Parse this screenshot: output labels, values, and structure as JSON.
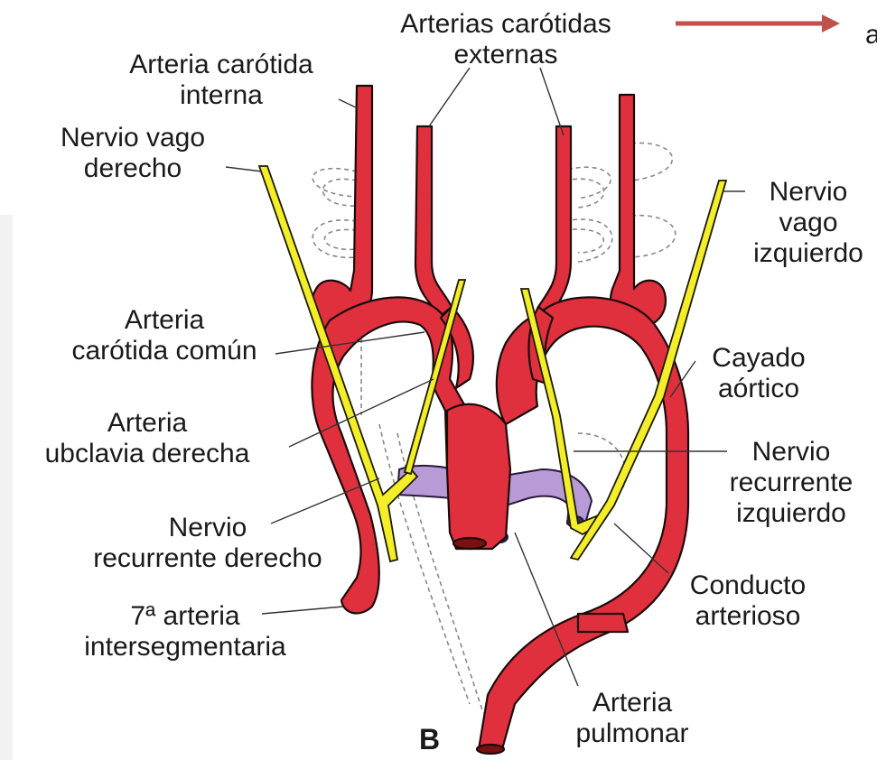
{
  "colors": {
    "artery": "#e0303e",
    "artery_outline": "#1b0a0a",
    "nerve": "#f4ee2a",
    "pulmonary_duct": "#b79ad6",
    "leader_line": "#333333",
    "arrow": "#c0504d",
    "faint_panel": "#f2f2f2"
  },
  "labels": {
    "external_carotids_line1": "Arterias carótidas",
    "external_carotids_line2": "externas",
    "internal_carotid_line1": "Arteria carótida",
    "internal_carotid_line2": "interna",
    "right_vagus_line1": "Nervio vago",
    "right_vagus_line2": "derecho",
    "left_vagus_line1": "Nervio",
    "left_vagus_line2": "vago",
    "left_vagus_line3": "izquierdo",
    "common_carotid_line1": "Arteria",
    "common_carotid_line2": "carótida común",
    "aortic_arch_line1": "Cayado",
    "aortic_arch_line2": "aórtico",
    "right_subclavian_line1": "Arteria",
    "right_subclavian_line2": "ubclavia derecha",
    "left_recurrent_line1": "Nervio",
    "left_recurrent_line2": "recurrente",
    "left_recurrent_line3": "izquierdo",
    "right_recurrent_line1": "Nervio",
    "right_recurrent_line2": "recurrente derecho",
    "ductus_line1": "Conducto",
    "ductus_line2": "arterioso",
    "intersegmental_line1": "7ª arteria",
    "intersegmental_line2": "intersegmentaria",
    "pulmonary_line1": "Arteria",
    "pulmonary_line2": "pulmonar",
    "panel_letter": "B",
    "corner_fragment": "a"
  },
  "icons": {
    "arrow": "right-arrow-icon"
  }
}
